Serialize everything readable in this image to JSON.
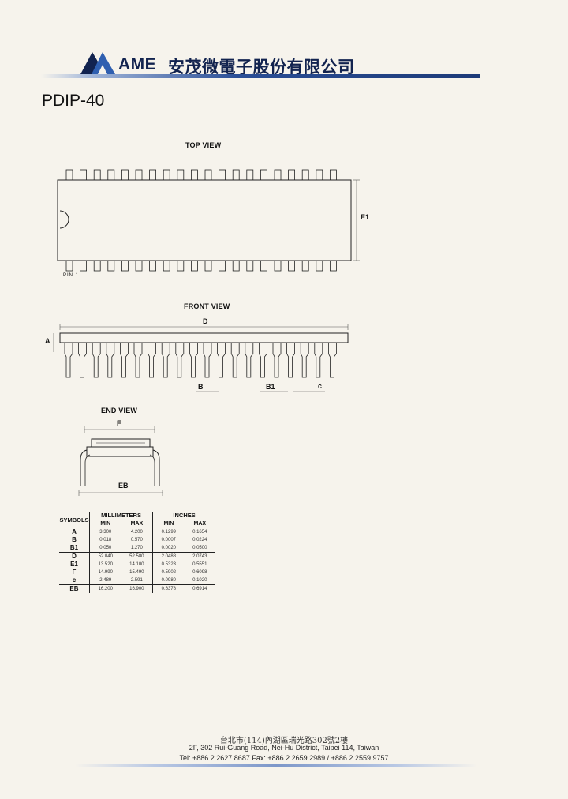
{
  "header": {
    "brand_name": "AME",
    "brand_chinese": "安茂微電子股份有限公司",
    "brand_color": "#12234f",
    "bar_color": "#3a5a9a"
  },
  "page_title": "PDIP-40",
  "top_view": {
    "label": "TOP VIEW",
    "dimension_e1": "E1",
    "pin_label": "PIN 1",
    "pin_count": 40
  },
  "front_view": {
    "label": "FRONT VIEW",
    "dimension_d": "D",
    "dimension_a": "A",
    "dimension_b": "B",
    "dimension_b1": "B1",
    "dimension_c": "c"
  },
  "end_view": {
    "label": "END VIEW",
    "dimension_f": "F",
    "dimension_eb": "EB"
  },
  "dimensions_table": {
    "symbols_header": "SYMBOLS",
    "mm_header": "MILLIMETERS",
    "in_header": "INCHES",
    "min_label": "MIN",
    "max_label": "MAX",
    "rows": [
      {
        "symbol": "A",
        "mm_min": "3.300",
        "mm_max": "4.200",
        "in_min": "0.1299",
        "in_max": "0.1654"
      },
      {
        "symbol": "B",
        "mm_min": "0.018",
        "mm_max": "0.570",
        "in_min": "0.0007",
        "in_max": "0.0224"
      },
      {
        "symbol": "B1",
        "mm_min": "0.050",
        "mm_max": "1.270",
        "in_min": "0.0020",
        "in_max": "0.0500"
      },
      {
        "symbol": "D",
        "mm_min": "52.040",
        "mm_max": "52.580",
        "in_min": "2.0488",
        "in_max": "2.0743"
      },
      {
        "symbol": "E1",
        "mm_min": "13.520",
        "mm_max": "14.100",
        "in_min": "0.5323",
        "in_max": "0.5551"
      },
      {
        "symbol": "F",
        "mm_min": "14.990",
        "mm_max": "15.490",
        "in_min": "0.5902",
        "in_max": "0.6098"
      },
      {
        "symbol": "c",
        "mm_min": "2.489",
        "mm_max": "2.591",
        "in_min": "0.0980",
        "in_max": "0.1020"
      },
      {
        "symbol": "EB",
        "mm_min": "16.200",
        "mm_max": "16.900",
        "in_min": "0.6378",
        "in_max": "0.6914"
      }
    ]
  },
  "footer": {
    "address_chinese": "台北市(114)內湖區瑞光路302號2樓",
    "address_english": "2F, 302 Rui-Guang Road, Nei-Hu District, Taipei 114, Taiwan",
    "contact": "Tel: +886 2 2627.8687  Fax: +886 2 2659.2989 / +886 2 2559.9757"
  }
}
